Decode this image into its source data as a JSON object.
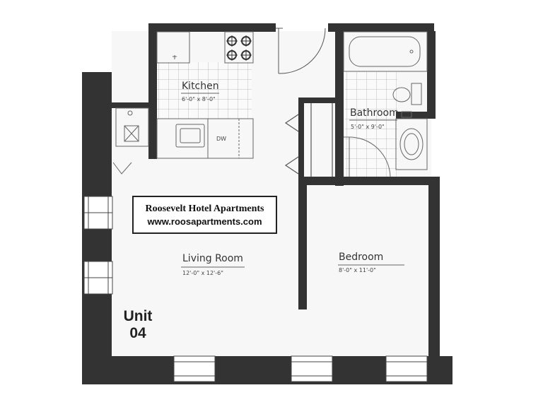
{
  "rooms": {
    "kitchen": {
      "name": "Kitchen",
      "dims": "6'-0\" x 8'-0\""
    },
    "bathroom": {
      "name": "Bathroom",
      "dims": "5'-0\" x 9'-0\""
    },
    "living": {
      "name": "Living Room",
      "dims": "12'-0\" x 12'-6\""
    },
    "bedroom": {
      "name": "Bedroom",
      "dims": "8'-0\" x 11'-0\""
    }
  },
  "appliances": {
    "dishwasher": "DW"
  },
  "banner": {
    "name": "Roosevelt Hotel Apartments",
    "url": "www.roosapartments.com"
  },
  "unit": {
    "label": "Unit",
    "number": "04"
  },
  "colors": {
    "wall": "#333333",
    "floor": "#f7f7f7",
    "line": "#777777",
    "tile": "#bbbbbb"
  }
}
